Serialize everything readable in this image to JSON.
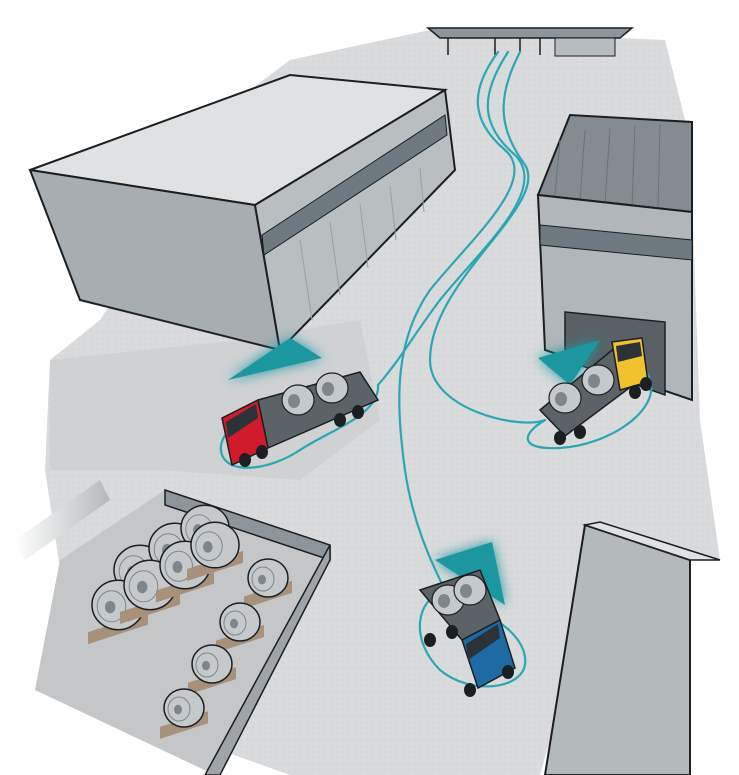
{
  "scene": {
    "colors": {
      "background": "#ffffff",
      "ground": "#d9dadb",
      "ground_shadow": "#b9bbbd",
      "building_roof": "#dfe1e2",
      "building_front": "#a4aaae",
      "building_side": "#8d949a",
      "window": "#6f7980",
      "outline": "#1b1f22",
      "route": "#2aa7b5",
      "arrow": "#1a97a0",
      "coil": "#c6c9cb",
      "coil_dark": "#7f868b",
      "pallet": "#a8917a",
      "truck_red": "#d11b2a",
      "truck_blue": "#1e6aa5",
      "truck_yellow": "#f2c12e",
      "trailer": "#5c6368"
    },
    "trucks": [
      {
        "id": "red",
        "color_key": "truck_red"
      },
      {
        "id": "blue",
        "color_key": "truck_blue"
      },
      {
        "id": "yellow",
        "color_key": "truck_yellow"
      }
    ]
  }
}
